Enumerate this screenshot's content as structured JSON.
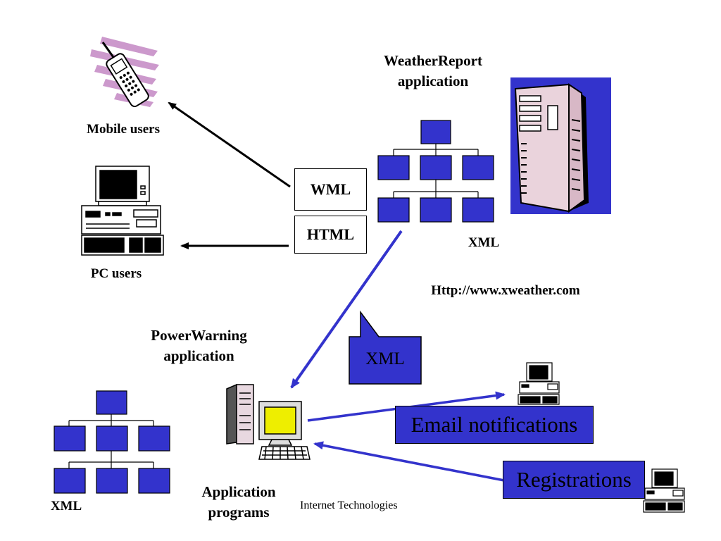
{
  "labels": {
    "mobile_users": "Mobile users",
    "pc_users": "PC users",
    "wml": "WML",
    "html": "HTML",
    "weather_report_line1": "WeatherReport",
    "weather_report_line2": "application",
    "xml_top": "XML",
    "weather_url": "Http://www.xweather.com",
    "power_warning_line1": "PowerWarning",
    "power_warning_line2": "application",
    "xml_callout": "XML",
    "xml_bottom": "XML",
    "app_programs_line1": "Application",
    "app_programs_line2": "programs",
    "footer": "Internet Technologies",
    "email_notifications": "Email notifications",
    "registrations": "Registrations"
  },
  "colors": {
    "node_blue": "#3333cc",
    "arrow_blue": "#3333cc",
    "server_bg": "#3333cc",
    "server_body": "#ead3dc",
    "phone_stripes": "#cc99cc",
    "monitor_yellow": "#eeee00"
  },
  "icons": [
    "mobile-phone-icon",
    "pc-computer-icon",
    "server-tower-icon",
    "workstation-icon",
    "small-computer-icon"
  ]
}
